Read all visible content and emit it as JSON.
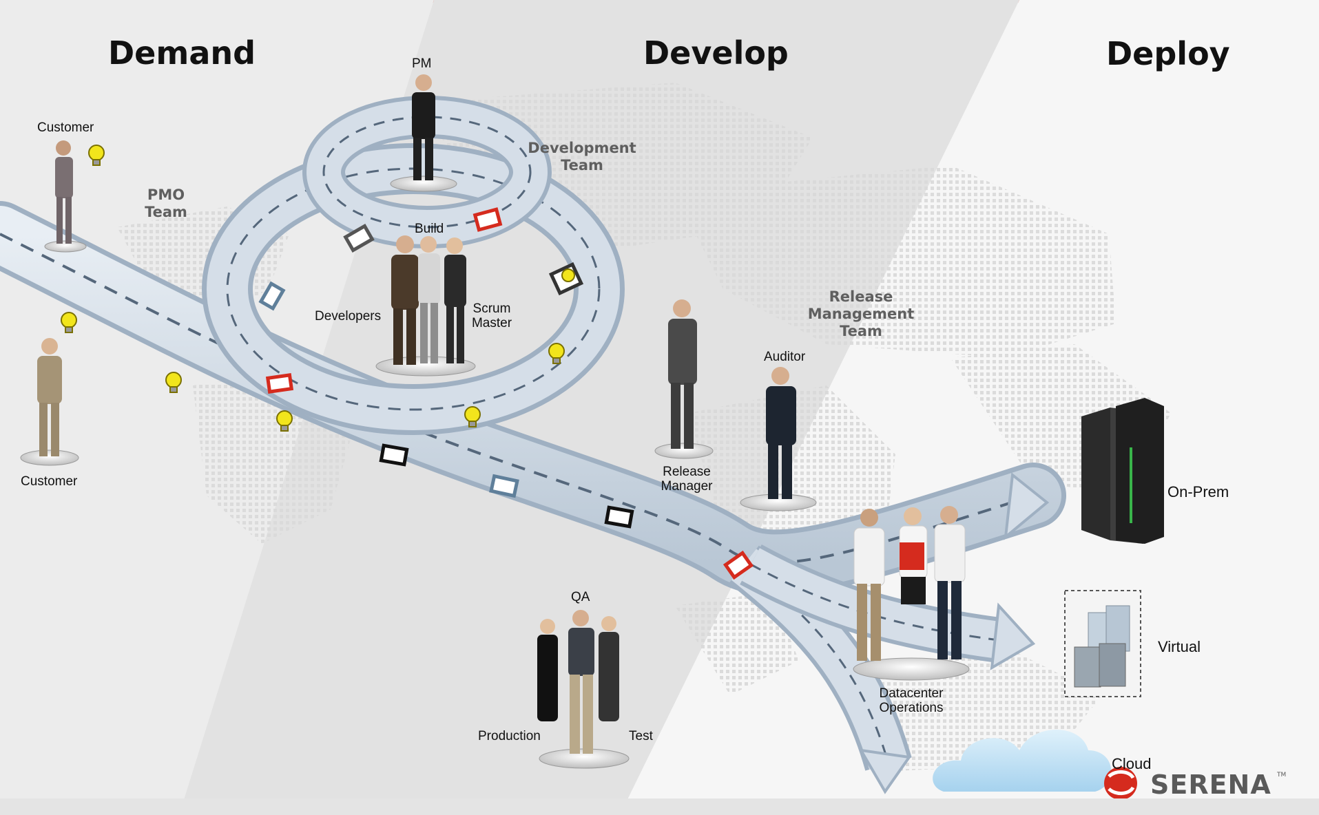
{
  "phases": {
    "demand": "Demand",
    "develop": "Develop",
    "deploy": "Deploy"
  },
  "teams": {
    "pmo": [
      "PMO",
      "Team"
    ],
    "development": [
      "Development",
      "Team"
    ],
    "release": [
      "Release",
      "Management",
      "Team"
    ]
  },
  "roles": {
    "customer_top": "Customer",
    "customer_bottom": "Customer",
    "pm": "PM",
    "build": "Build",
    "developers": "Developers",
    "scrum_master": [
      "Scrum",
      "Master"
    ],
    "release_manager": [
      "Release",
      "Manager"
    ],
    "auditor": "Auditor",
    "qa": "QA",
    "production": "Production",
    "test": "Test",
    "datacenter_ops": [
      "Datacenter",
      "Operations"
    ]
  },
  "targets": {
    "on_prem": "On-Prem",
    "virtual": "Virtual",
    "cloud": "Cloud"
  },
  "brand": {
    "name": "SERENA",
    "tm": "TM"
  },
  "colors": {
    "accent_red": "#d52b1e",
    "road": "#c9d5e1",
    "road_edge": "#9fb0c2",
    "bulb": "#f2e51c",
    "logo_red": "#d52b1e"
  }
}
